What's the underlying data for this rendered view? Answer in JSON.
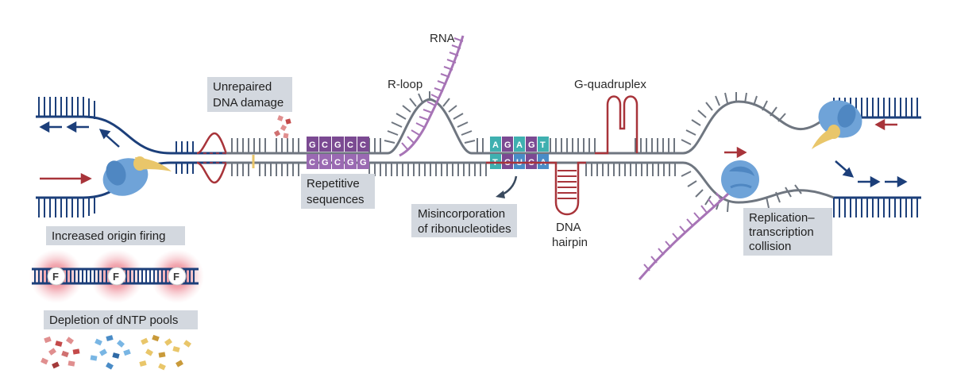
{
  "labels": {
    "unrepaired_damage": [
      "Unrepaired",
      "DNA damage"
    ],
    "repetitive_sequences": [
      "Repetitive",
      "sequences"
    ],
    "rna": "RNA",
    "r_loop": "R-loop",
    "g_quadruplex": "G-quadruplex",
    "misincorporation": [
      "Misincorporation",
      "of ribonucleotides"
    ],
    "dna_hairpin": [
      "DNA",
      "hairpin"
    ],
    "rt_collision": [
      "Replication–",
      "transcription",
      "collision"
    ],
    "increased_origin_firing": "Increased origin firing",
    "depletion_dntp": "Depletion of dNTP pools",
    "origin_marker": "F"
  },
  "repeat_bases": {
    "top": [
      "G",
      "C",
      "G",
      "C",
      "C"
    ],
    "bottom": [
      "C",
      "G",
      "C",
      "G",
      "G"
    ]
  },
  "ribo_bases": {
    "top": [
      "A",
      "G",
      "A",
      "G",
      "T"
    ],
    "bottom": [
      "T",
      "C",
      "U",
      "C",
      "A"
    ]
  },
  "colors": {
    "dna_navy": "#1c3f7a",
    "dna_grey": "#6f7680",
    "rna_purple": "#a774b6",
    "damage_red": "#a8343a",
    "label_box": "#d3d8df",
    "polymerase_blue": "#6fa3d8",
    "helicase_yellow": "#e9c66a",
    "repeat_purple": "#7b4a92",
    "ribo_teal": "#3fb0b0",
    "ribo_blue": "#4a8cc7"
  }
}
